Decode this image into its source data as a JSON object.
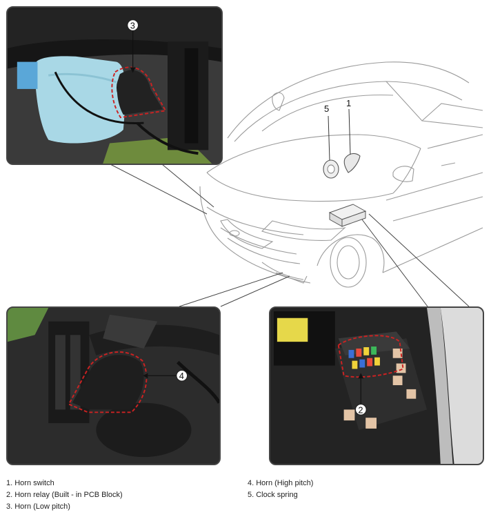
{
  "callouts": {
    "n1": "1",
    "n2": "2",
    "n3": "3",
    "n4": "4",
    "n5": "5"
  },
  "legend": {
    "left": [
      "1. Horn switch",
      "2. Horn relay (Built - in PCB Block)",
      "3. Horn (Low pitch)"
    ],
    "right": [
      "4. Horn (High pitch)",
      "5. Clock spring"
    ]
  },
  "colors": {
    "outline": "#444444",
    "highlight_dash": "#cc2222",
    "car_line": "#9a9a9a"
  }
}
